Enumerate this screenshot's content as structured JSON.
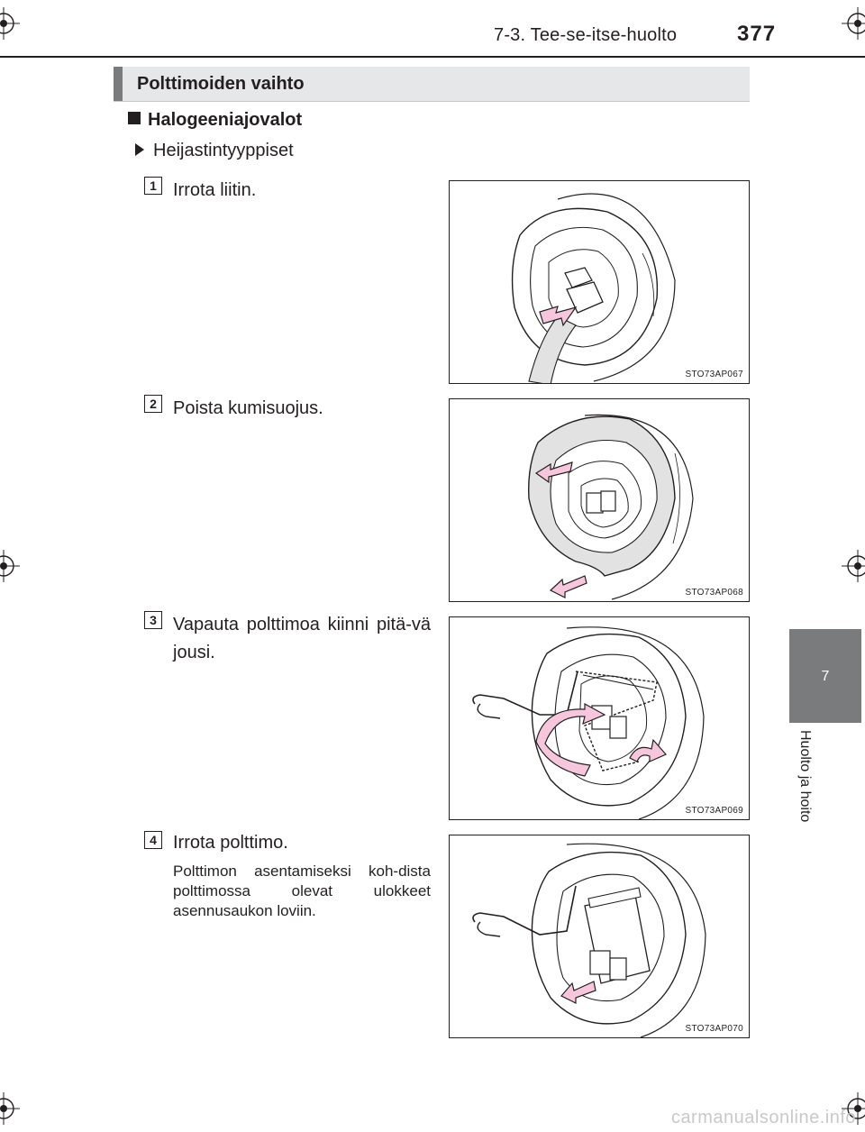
{
  "header": {
    "section": "7-3. Tee-se-itse-huolto",
    "page_number": "377"
  },
  "section": {
    "title": "Polttimoiden vaihto",
    "subheading": "Halogeeniajovalot",
    "variant": "Heijastintyyppiset"
  },
  "steps": [
    {
      "number": "1",
      "text": "Irrota liitin.",
      "note": "",
      "figure_code": "STO73AP067"
    },
    {
      "number": "2",
      "text": "Poista kumisuojus.",
      "note": "",
      "figure_code": "STO73AP068"
    },
    {
      "number": "3",
      "text": "Vapauta polttimoa kiinni pitä-vä jousi.",
      "note": "",
      "figure_code": "STO73AP069"
    },
    {
      "number": "4",
      "text": "Irrota polttimo.",
      "note": "Polttimon asentamiseksi koh-dista polttimossa olevat ulokkeet asennusaukon loviin.",
      "figure_code": "STO73AP070"
    }
  ],
  "chapter_tab": {
    "number": "7",
    "name": "Huolto ja hoito"
  },
  "watermark": "carmanualsonline.info",
  "colors": {
    "arrow_fill": "#f5c6dc",
    "tab_gray": "#7a7b7d",
    "bar_gray": "#e6e7e8",
    "housing_gray": "#e2e2e2"
  },
  "icons": [
    "registration-mark-icon",
    "pink-arrow-icon",
    "curved-arrow-icon"
  ]
}
